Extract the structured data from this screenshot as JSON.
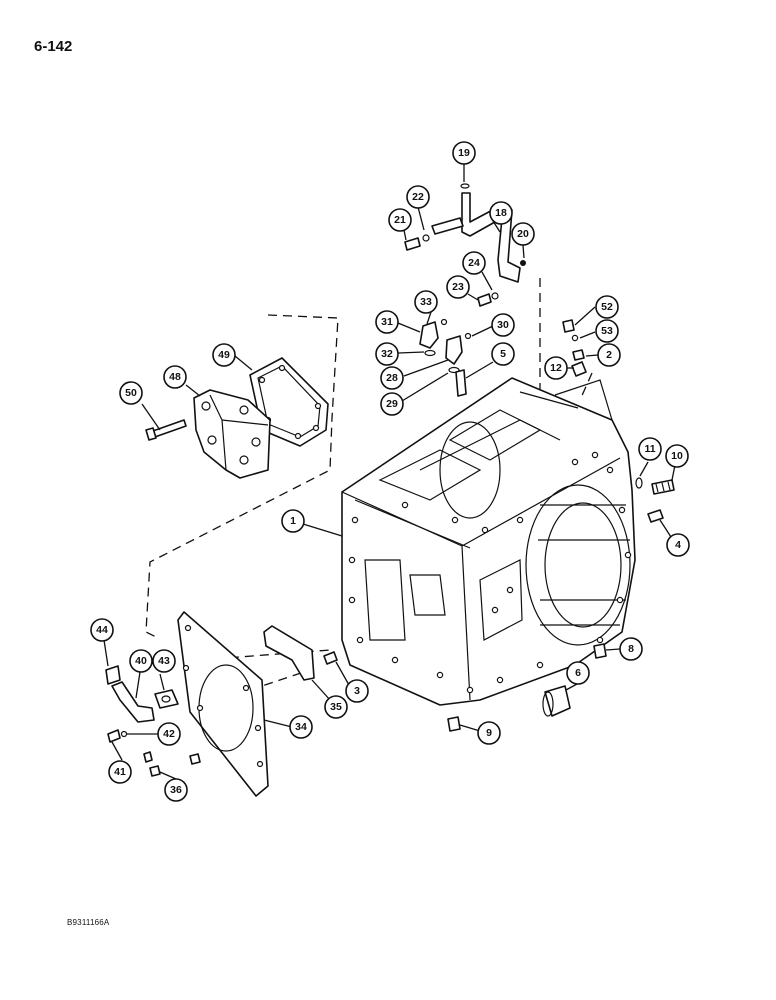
{
  "page": {
    "page_number": "6-142",
    "figure_code": "B9311166A"
  },
  "callouts": [
    {
      "label": "19"
    },
    {
      "label": "22"
    },
    {
      "label": "18"
    },
    {
      "label": "21"
    },
    {
      "label": "20"
    },
    {
      "label": "24"
    },
    {
      "label": "23"
    },
    {
      "label": "52"
    },
    {
      "label": "33"
    },
    {
      "label": "31"
    },
    {
      "label": "30"
    },
    {
      "label": "53"
    },
    {
      "label": "32"
    },
    {
      "label": "5"
    },
    {
      "label": "2"
    },
    {
      "label": "12"
    },
    {
      "label": "28"
    },
    {
      "label": "29"
    },
    {
      "label": "49"
    },
    {
      "label": "48"
    },
    {
      "label": "50"
    },
    {
      "label": "11"
    },
    {
      "label": "10"
    },
    {
      "label": "1"
    },
    {
      "label": "4"
    },
    {
      "label": "44"
    },
    {
      "label": "40"
    },
    {
      "label": "43"
    },
    {
      "label": "8"
    },
    {
      "label": "3"
    },
    {
      "label": "6"
    },
    {
      "label": "35"
    },
    {
      "label": "34"
    },
    {
      "label": "42"
    },
    {
      "label": "9"
    },
    {
      "label": "41"
    },
    {
      "label": "36"
    }
  ]
}
